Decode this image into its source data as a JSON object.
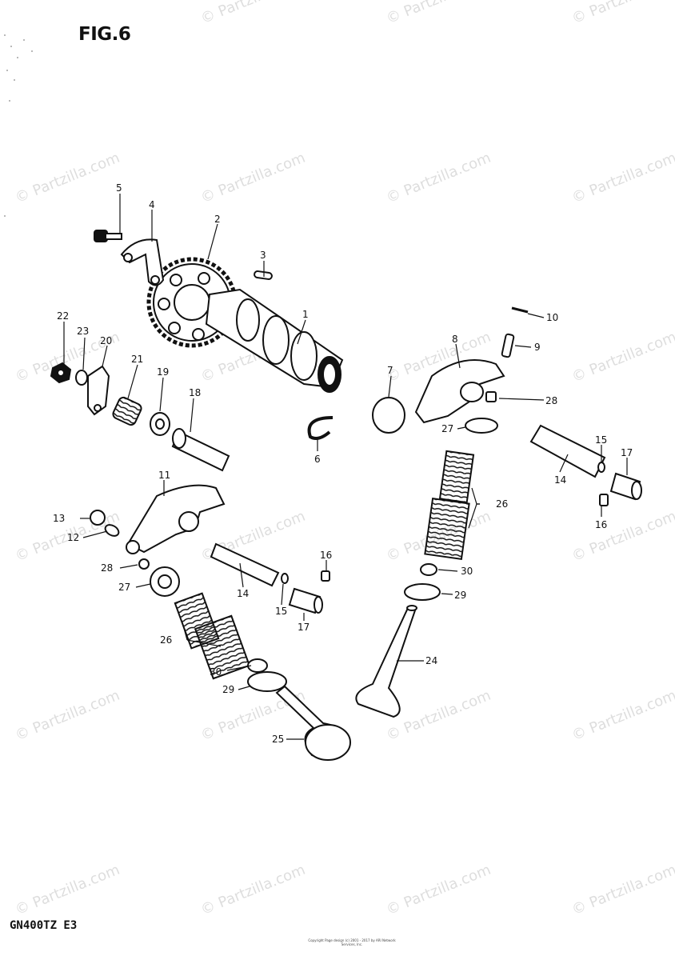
{
  "figure_title": "FIG.6",
  "model_code": "GN400TZ E3",
  "watermark_text": "© Partzilla.com",
  "copyright_note": "Copyright\nPage design (c) 2001 - 2017 by ARI Network Services, Inc.",
  "callouts": {
    "c1": "1",
    "c2": "2",
    "c3": "3",
    "c4": "4",
    "c5": "5",
    "c6": "6",
    "c7": "7",
    "c8": "8",
    "c9": "9",
    "c10": "10",
    "c11": "11",
    "c12": "12",
    "c13": "13",
    "c14a": "14",
    "c14b": "14",
    "c15a": "15",
    "c15b": "15",
    "c16a": "16",
    "c16b": "16",
    "c17a": "17",
    "c17b": "17",
    "c18": "18",
    "c19": "19",
    "c20": "20",
    "c21": "21",
    "c22": "22",
    "c23": "23",
    "c24": "24",
    "c25": "25",
    "c26a": "26",
    "c26b": "26",
    "c27a": "27",
    "c27b": "27",
    "c28a": "28",
    "c28b": "28",
    "c29a": "29",
    "c29b": "29",
    "c30a": "30",
    "c30b": "30"
  },
  "colors": {
    "ink": "#111111",
    "paper": "#ffffff",
    "watermark": "#000000"
  }
}
